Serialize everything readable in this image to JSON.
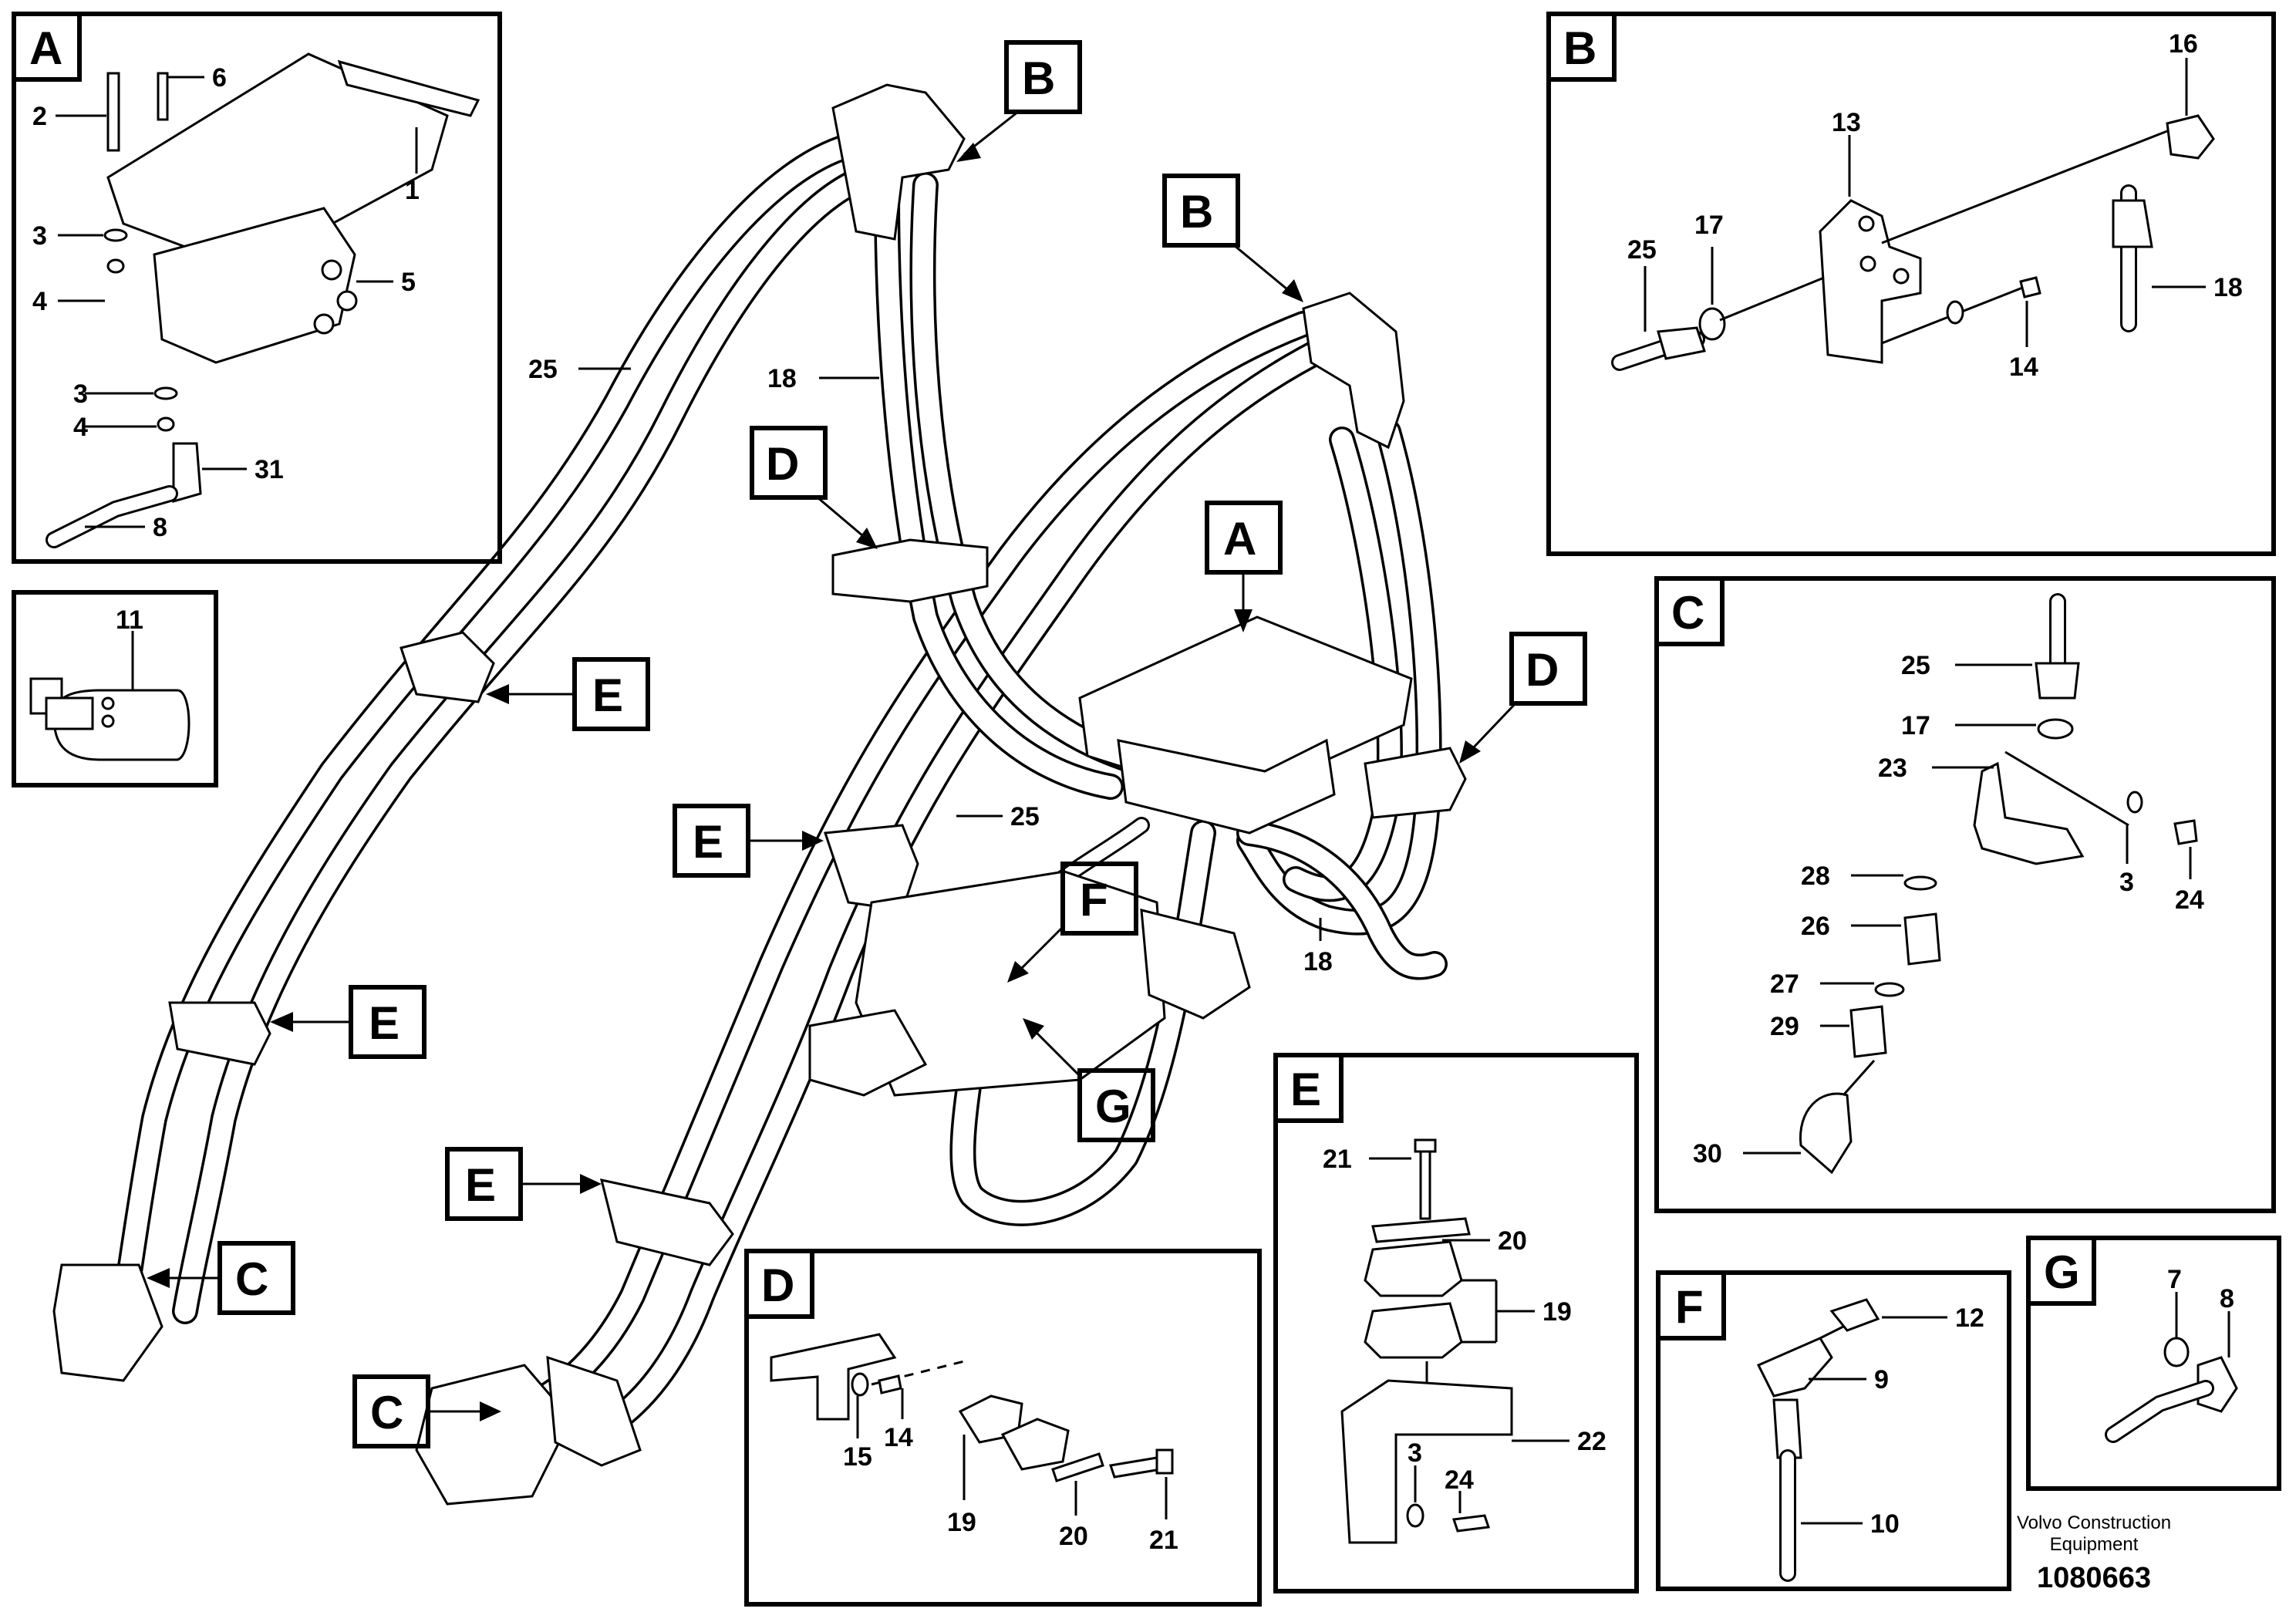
{
  "callout_boxes": {
    "A": "A",
    "B": "B",
    "C": "C",
    "D": "D",
    "E": "E",
    "F": "F",
    "G": "G"
  },
  "detail_A": {
    "letter": "A",
    "labels": [
      "1",
      "2",
      "3",
      "4",
      "5",
      "6",
      "3",
      "4",
      "31",
      "8"
    ]
  },
  "detail_11": {
    "labels": [
      "11"
    ]
  },
  "detail_B": {
    "letter": "B",
    "labels": [
      "13",
      "16",
      "17",
      "25",
      "18",
      "14"
    ]
  },
  "detail_C": {
    "letter": "C",
    "labels": [
      "25",
      "17",
      "23",
      "3",
      "24",
      "28",
      "26",
      "27",
      "29",
      "30"
    ]
  },
  "detail_D": {
    "letter": "D",
    "labels": [
      "14",
      "15",
      "19",
      "20",
      "21"
    ]
  },
  "detail_E": {
    "letter": "E",
    "labels": [
      "21",
      "20",
      "19",
      "22",
      "3",
      "24"
    ]
  },
  "detail_F": {
    "letter": "F",
    "labels": [
      "12",
      "9",
      "10"
    ]
  },
  "detail_G": {
    "letter": "G",
    "labels": [
      "7",
      "8"
    ]
  },
  "main_labels": {
    "hose_left": "25",
    "hose_18_top": "18",
    "hose_25_mid": "25",
    "hose_18_bottom": "18"
  },
  "footer": {
    "company_line1": "Volvo Construction",
    "company_line2": "Equipment",
    "drawing_number": "1080663"
  }
}
